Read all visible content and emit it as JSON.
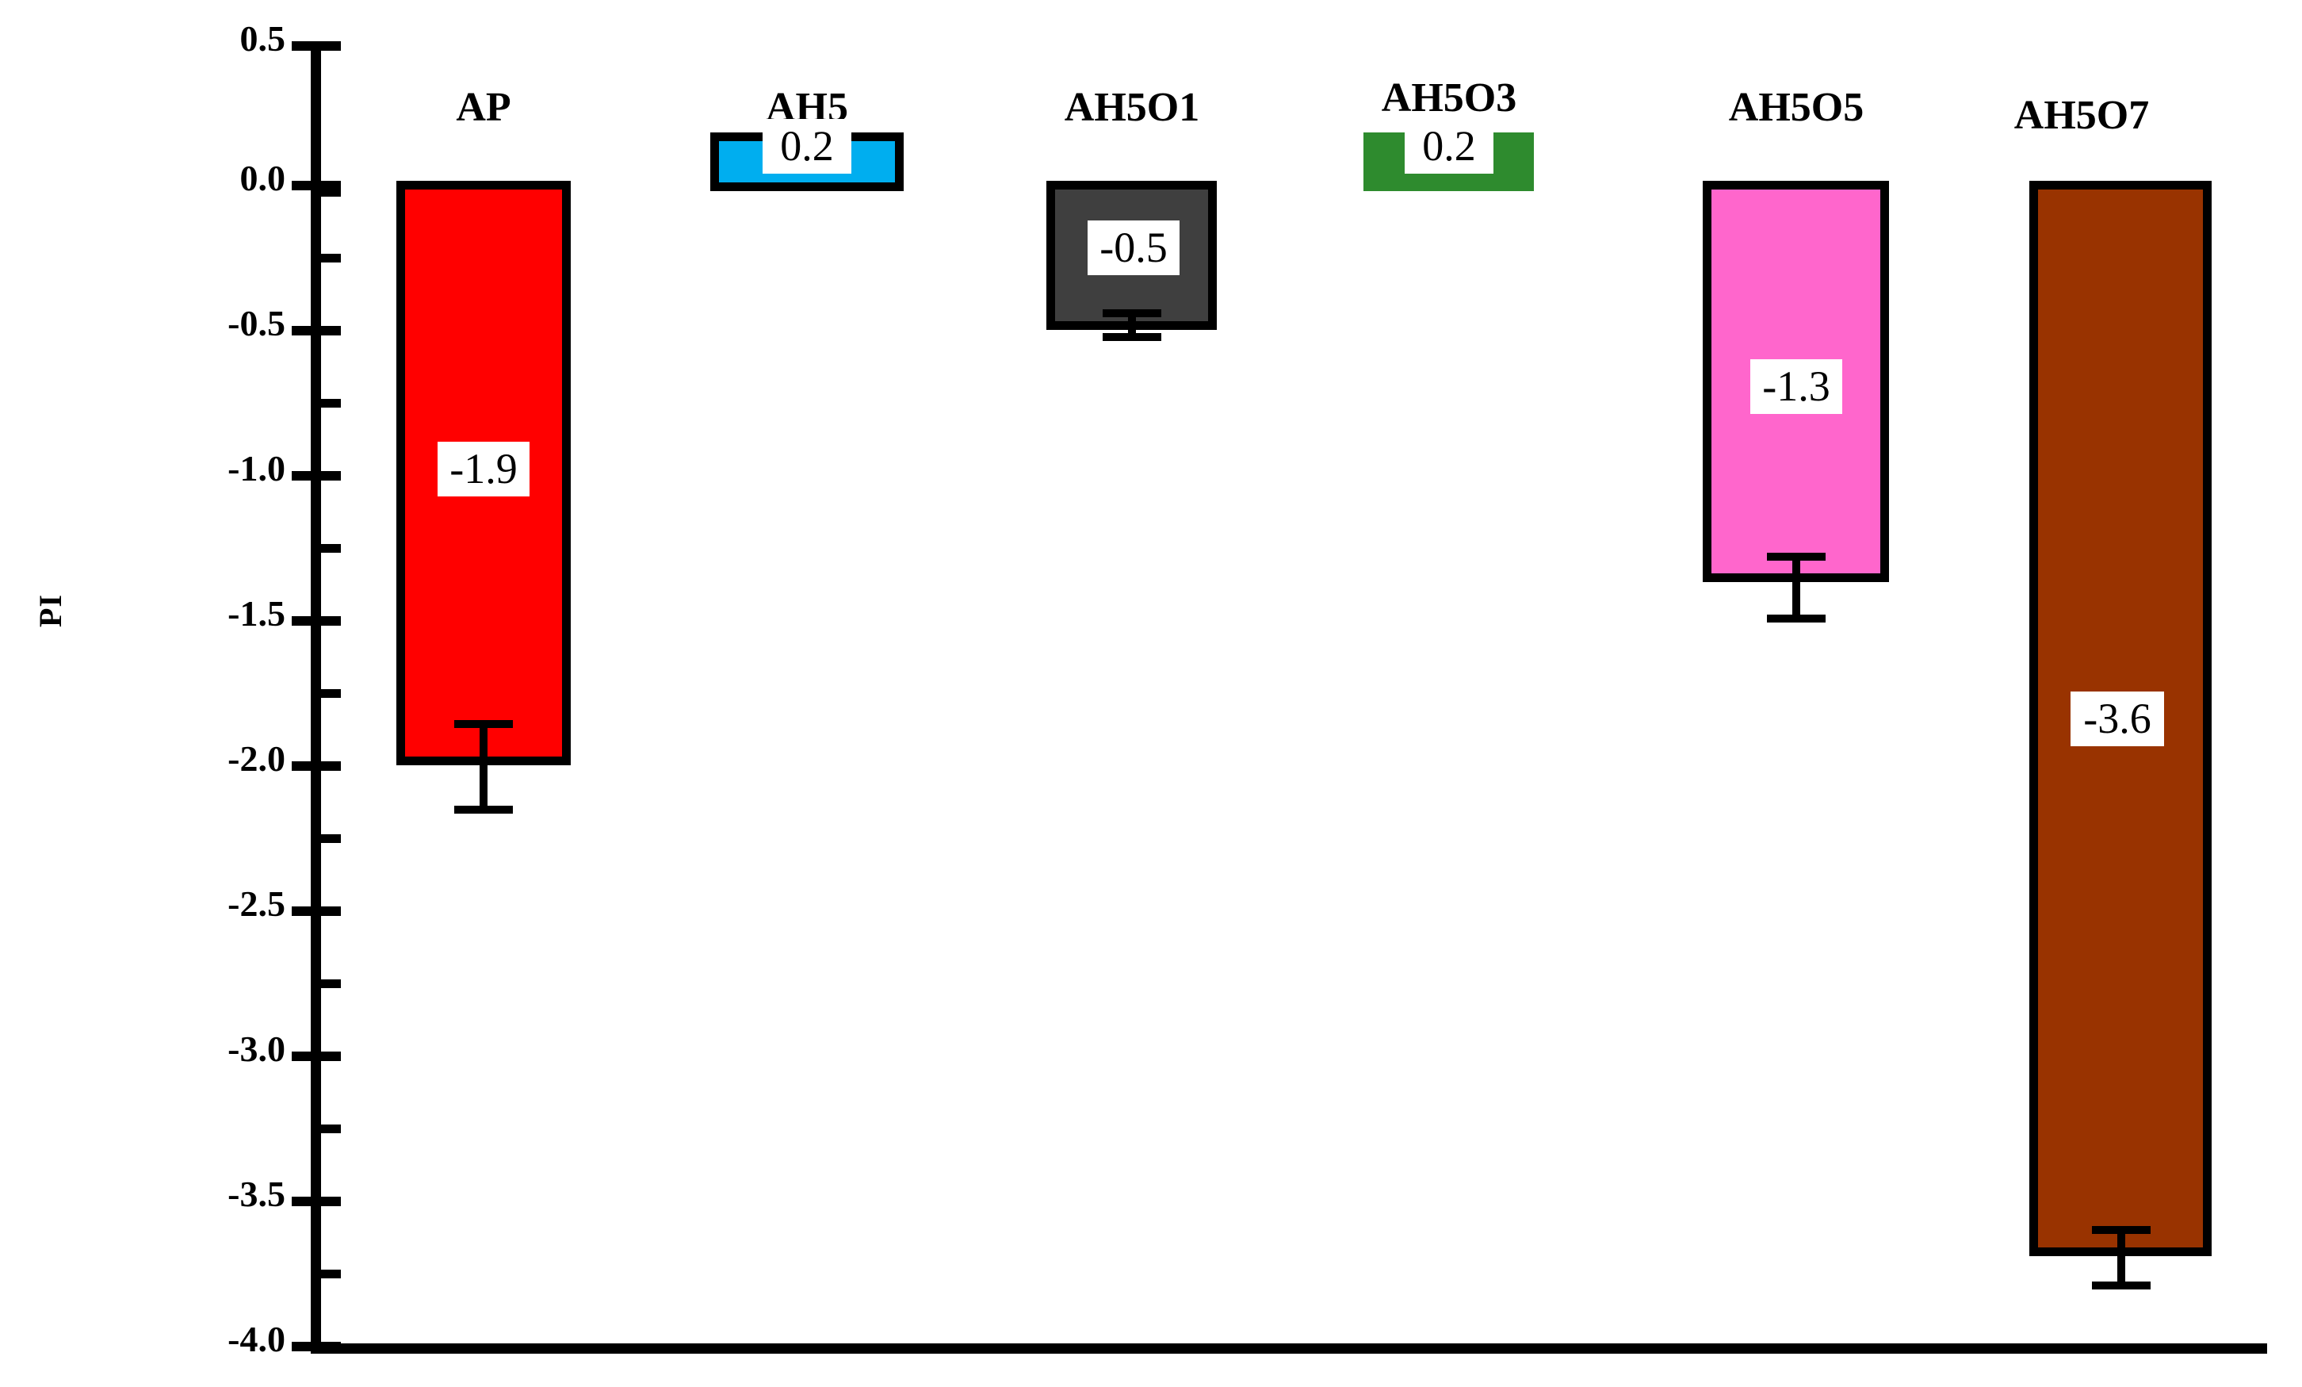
{
  "chart_data": {
    "type": "bar",
    "title": "",
    "xlabel": "",
    "ylabel": "PI",
    "ylim": [
      -4.0,
      0.5
    ],
    "grid": false,
    "legend": "none",
    "y_major_ticks": [
      "0.5",
      "0.0",
      "-0.5",
      "-1.0",
      "-1.5",
      "-2.0",
      "-2.5",
      "-3.0",
      "-3.5",
      "-4.0"
    ],
    "y_major_tick_values": [
      0.5,
      0.0,
      -0.5,
      -1.0,
      -1.5,
      -2.0,
      -2.5,
      -3.0,
      -3.5,
      -4.0
    ],
    "y_minor_tick_values": [
      0.25,
      -0.25,
      -0.75,
      -1.25,
      -1.75,
      -2.25,
      -2.75,
      -3.25,
      -3.75
    ],
    "categories": [
      "AP",
      "AH5",
      "AH5O1",
      "AH5O3",
      "AH5O5",
      "AH5O7"
    ],
    "values": [
      -1.9,
      0.2,
      -0.5,
      0.2,
      -1.3,
      -3.6
    ],
    "value_labels": [
      "-1.9",
      "0.2",
      "-0.5",
      "0.2",
      "-1.3",
      "-3.6"
    ],
    "errors": [
      0.08,
      0.0,
      0.03,
      0.0,
      0.08,
      0.05
    ],
    "bar_colors": [
      "#FF0000",
      "#00AEEF",
      "#3F3F3F",
      "#2E8B2E",
      "#FF66CC",
      "#993300"
    ],
    "bar_borders": [
      "#000000",
      "#000000",
      "#000000",
      "none",
      "#000000",
      "#000000"
    ]
  },
  "axis": {
    "ylabel": "PI",
    "ticks": [
      {
        "label": "0.5"
      },
      {
        "label": "0.0"
      },
      {
        "label": "-0.5"
      },
      {
        "label": "-1.0"
      },
      {
        "label": "-1.5"
      },
      {
        "label": "-2.0"
      },
      {
        "label": "-2.5"
      },
      {
        "label": "-3.0"
      },
      {
        "label": "-3.5"
      },
      {
        "label": "-4.0"
      }
    ]
  },
  "bars": [
    {
      "name": "AP",
      "label": "AP",
      "value_label": "-1.9"
    },
    {
      "name": "AH5",
      "label": "AH5",
      "value_label": "0.2"
    },
    {
      "name": "AH5O1",
      "label": "AH5O1",
      "value_label": "-0.5"
    },
    {
      "name": "AH5O3",
      "label": "AH5O3",
      "value_label": "0.2"
    },
    {
      "name": "AH5O5",
      "label": "AH5O5",
      "value_label": "-1.3"
    },
    {
      "name": "AH5O7",
      "label": "AH5O7",
      "value_label": "-3.6"
    }
  ]
}
